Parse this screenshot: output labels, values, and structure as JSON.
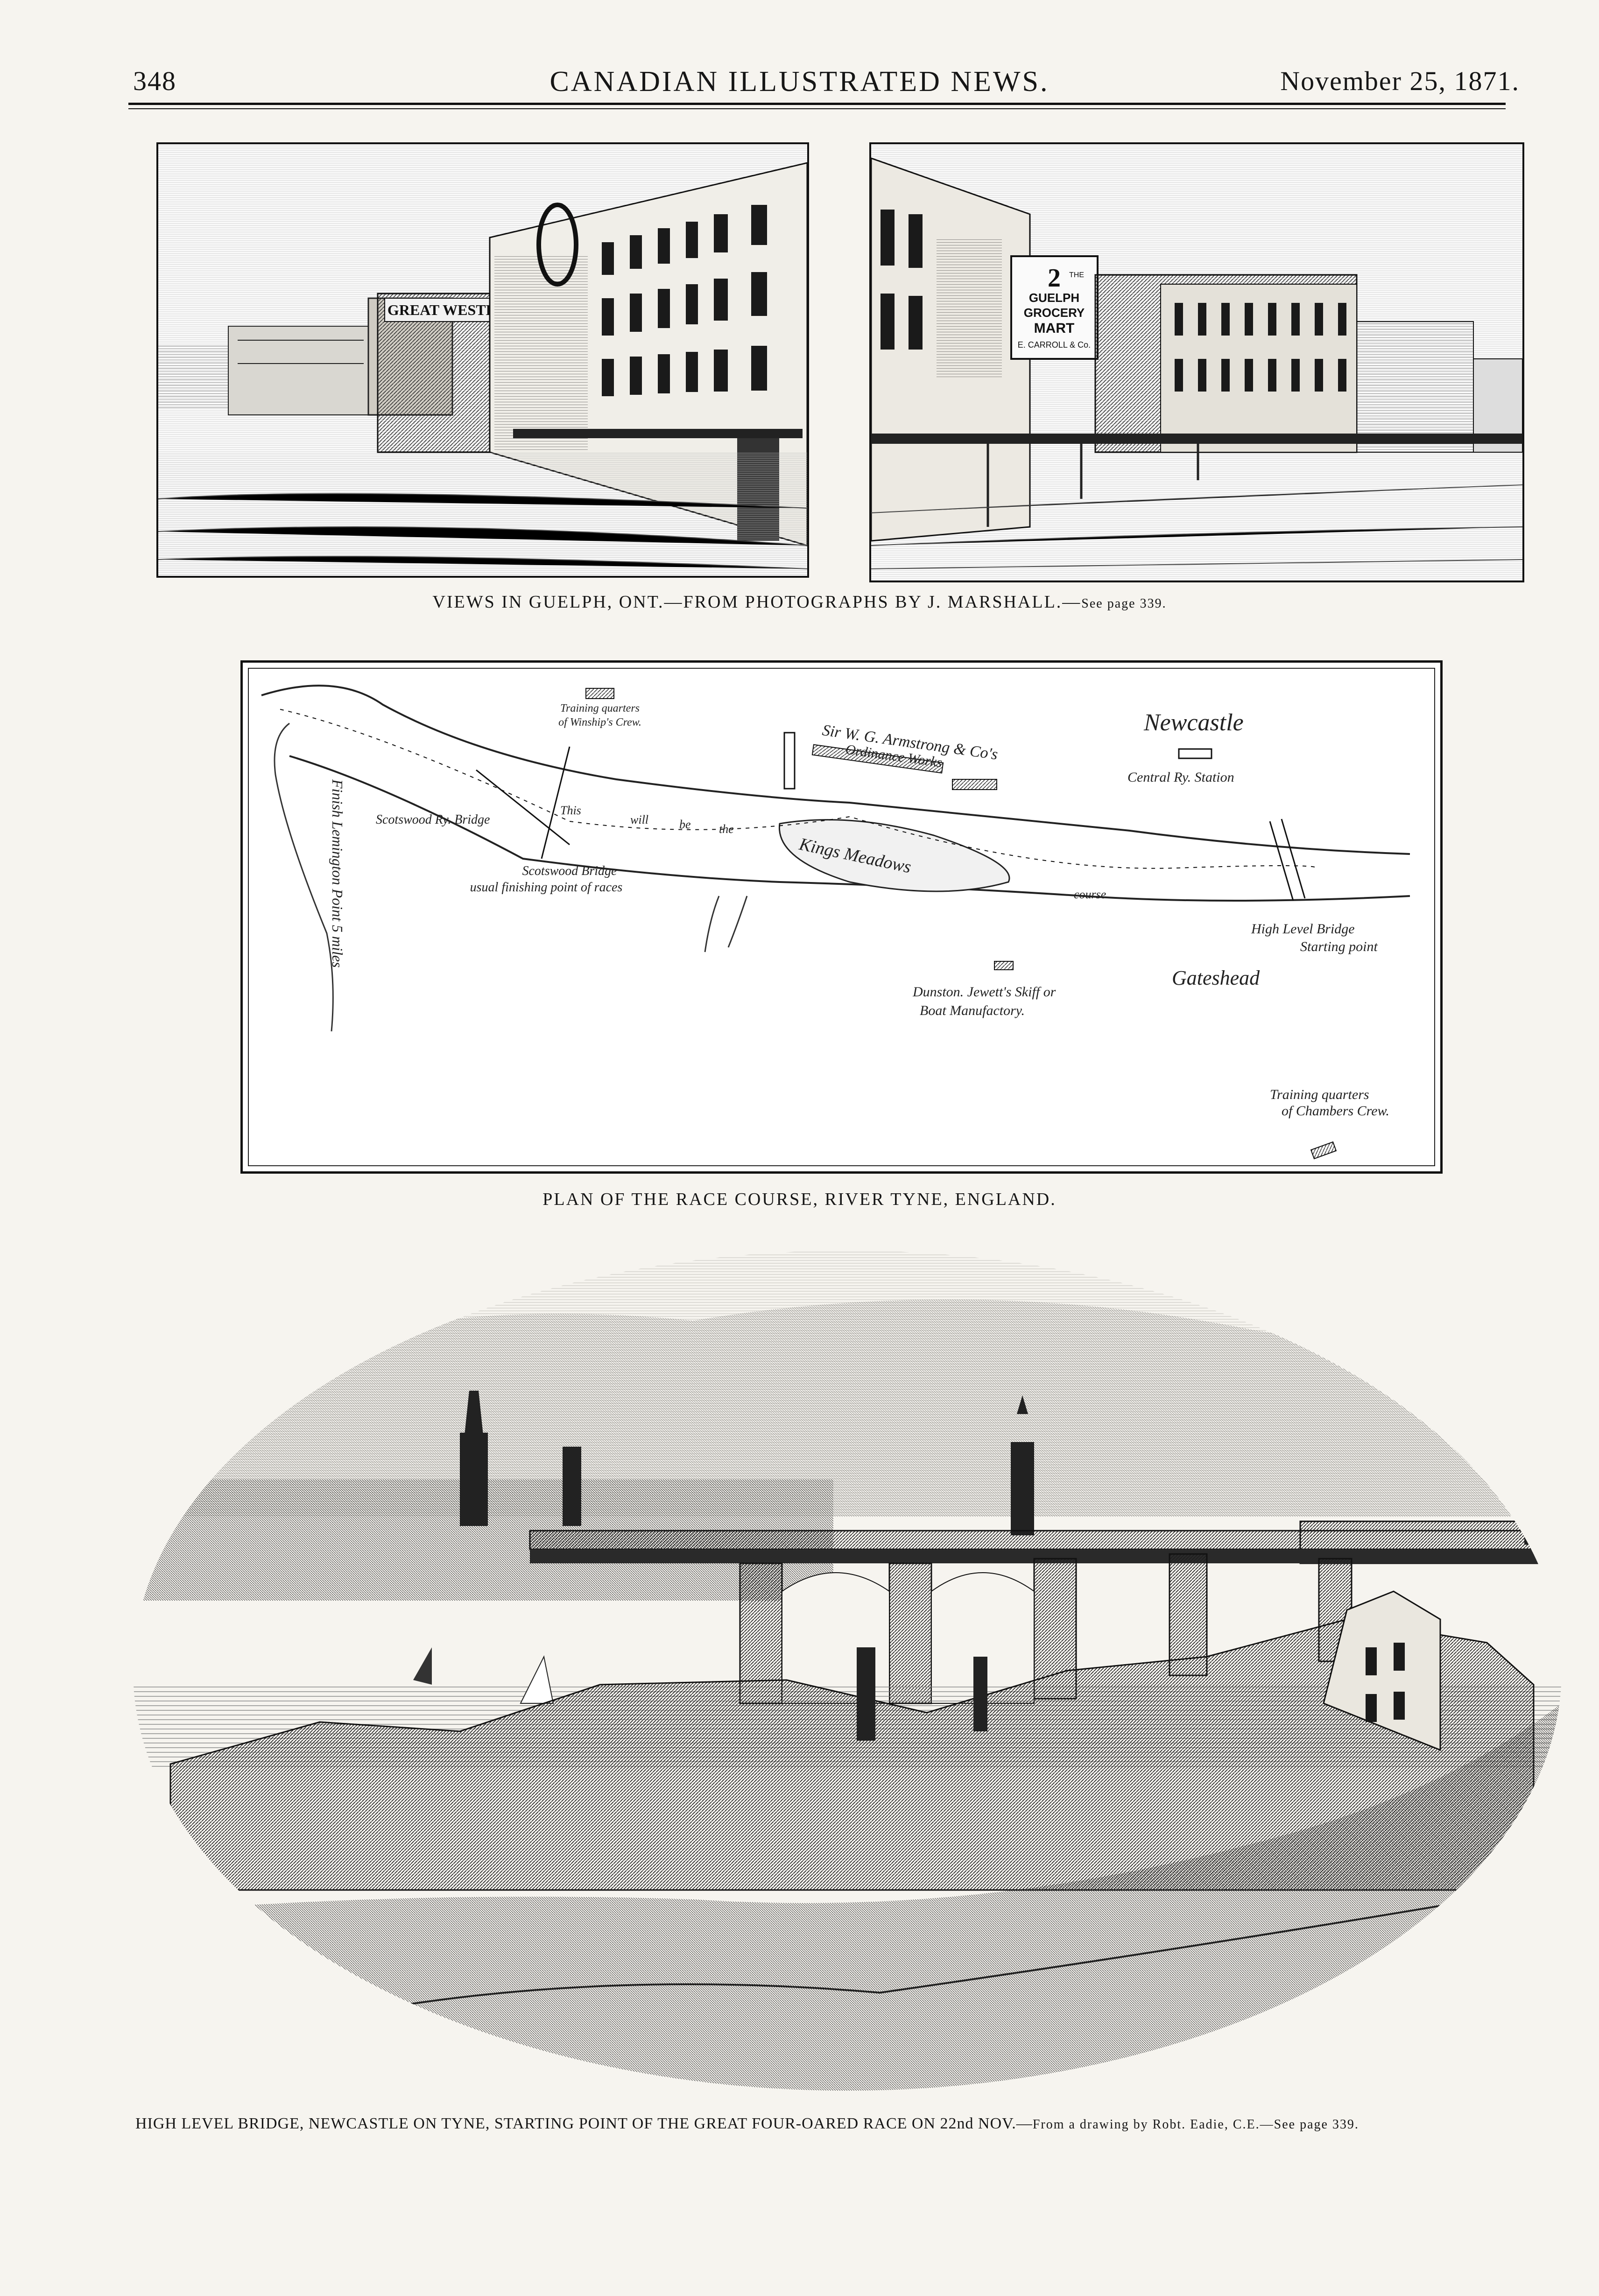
{
  "header": {
    "page_number": "348",
    "publication": "CANADIAN ILLUSTRATED NEWS.",
    "date": "November 25, 1871."
  },
  "guelph": {
    "caption_main": "VIEWS IN GUELPH, ONT.—FROM PHOTOGRAPHS BY J. MARSHALL.—",
    "caption_ref": "See page 339.",
    "left_sign": "GREAT WESTERN",
    "right_sign_number": "2",
    "right_sign_lines": [
      "THE",
      "GUELPH",
      "GROCERY",
      "MART"
    ],
    "right_sign_owner": "E. CARROLL & Co."
  },
  "map": {
    "caption": "PLAN OF THE RACE COURSE, RIVER TYNE, ENGLAND.",
    "labels": {
      "winship": [
        "Training quarters",
        "of Winship's Crew."
      ],
      "armstrong": [
        "Sir W. G. Armstrong & Co's",
        "Ordinance Works"
      ],
      "newcastle": "Newcastle",
      "central_station": "Central Ry. Station",
      "scotswood_rail": "Scotswood Ry. Bridge",
      "course_line_1": "This",
      "course_line_2": "will",
      "course_line_3": "be",
      "course_line_4": "the",
      "course_word": "course",
      "scotswood_bridge": [
        "Scotswood Bridge",
        "usual finishing point of races"
      ],
      "kings_meadows": "Kings Meadows",
      "high_level": [
        "High Level Bridge",
        "Starting point"
      ],
      "gateshead": "Gateshead",
      "dunston": [
        "Dunston. Jewett's Skiff or",
        "Boat Manufactory."
      ],
      "chambers": [
        "Training quarters",
        "of Chambers Crew."
      ],
      "finish": "Finish Lemington Point 5 miles"
    }
  },
  "bridge": {
    "caption_main": "HIGH LEVEL BRIDGE, NEWCASTLE ON TYNE, STARTING POINT OF THE GREAT FOUR-OARED RACE ON 22nd NOV.—",
    "caption_credit": "From a drawing by Robt. Eadie, C.E.—",
    "caption_ref": "See page 339."
  }
}
